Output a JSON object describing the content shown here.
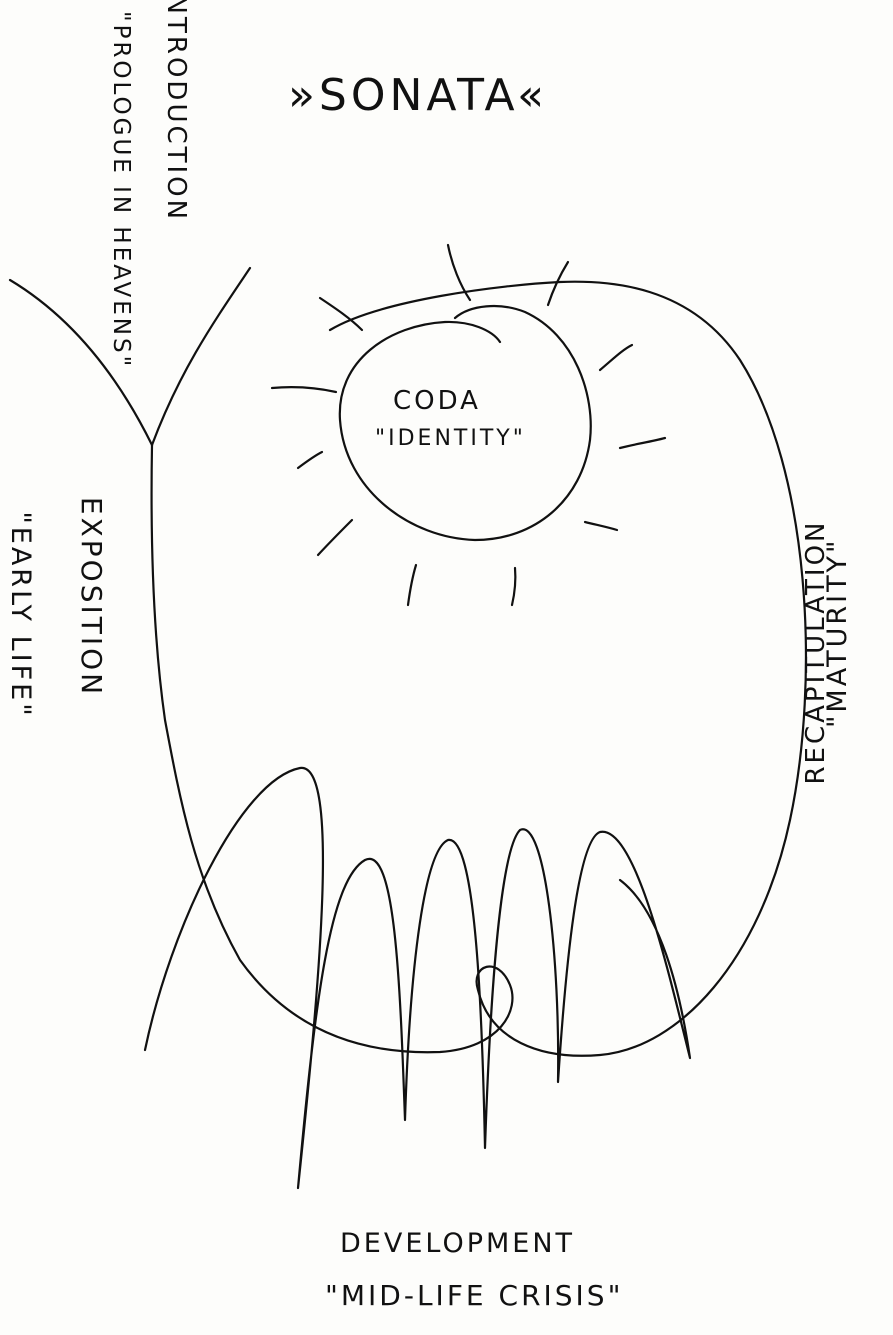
{
  "title": "»SONATA«",
  "sections": {
    "introduction": {
      "name": "INTRODUCTION",
      "subtitle": "\"PROLOGUE IN HEAVENS\""
    },
    "exposition": {
      "name": "EXPOSITION",
      "subtitle": "\"EARLY LIFE\""
    },
    "coda": {
      "name": "CODA",
      "subtitle": "\"IDENTITY\""
    },
    "recapitulation": {
      "name": "RECAPITULATION",
      "subtitle": "\"MATURITY\""
    },
    "development": {
      "name": "DEVELOPMENT",
      "subtitle": "\"MID-LIFE CRISIS\""
    }
  }
}
